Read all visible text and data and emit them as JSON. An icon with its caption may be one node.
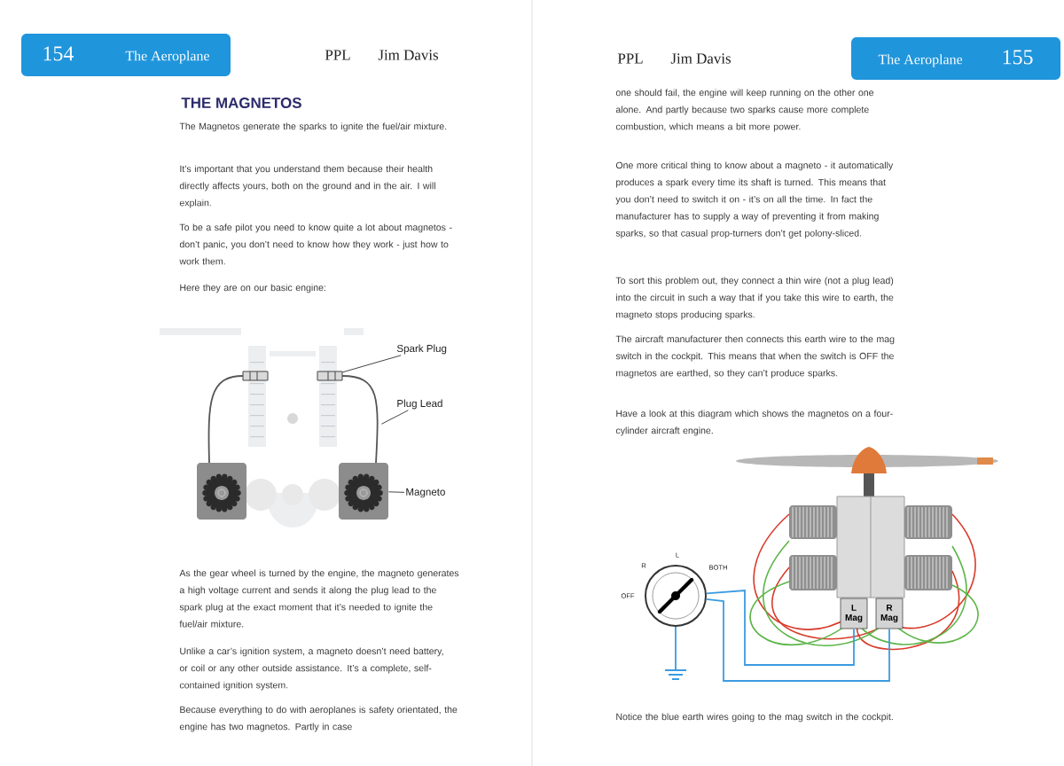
{
  "diagram": {
    "title": "THE MAGNETOS",
    "nodes": [
      {
        "text": [
          "154",
          "The Aeroplane"
        ]
      },
      {
        "text": [
          "Spark Plug"
        ]
      },
      {
        "text": [],
        "shape": "picture"
      },
      {
        "text": [
          "Plug Lead"
        ]
      },
      {
        "text": [],
        "shape": "picture"
      },
      {
        "text": [
          "Magneto"
        ]
      },
      {
        "text": [],
        "shape": "picture"
      },
      {
        "text": [
          "The Aeroplane",
          "155"
        ]
      },
      {
        "text": [],
        "shape": "circle",
        "beside": [
          "R",
          "L",
          "BOTH",
          "OFF"
        ]
      },
      {
        "text": [
          "L Mag"
        ]
      },
      {
        "text": [
          "R Mag"
        ]
      }
    ],
    "edges": [
      {
        "from": 1,
        "to": 2,
        "arrow": "none"
      },
      {
        "from": 3,
        "to": 4,
        "arrow": "none"
      },
      {
        "from": 5,
        "to": 6,
        "arrow": "none"
      },
      {
        "from": 8,
        "to": 9,
        "arrow": "none",
        "color": "#3b9be0"
      },
      {
        "from": 8,
        "to": 10,
        "arrow": "none",
        "color": "#3b9be0"
      }
    ],
    "labels": [
      "PPL",
      "Jim Davis",
      "The Magnetos generate the sparks to ignite the fuel/air mixture.",
      "It’s important that you understand them because their health directly affects yours, both on the ground and in the air. I will explain.",
      "To be a safe pilot you need to know quite a lot about magnetos - don’t panic, you don’t need to know how they work - just how to work them.",
      "Here they are on our basic engine:",
      "As the gear wheel is turned by the engine, the magneto generates a high voltage current and sends it along the plug lead to the spark plug at the exact moment that it’s needed to ignite the fuel/air mixture.",
      "Unlike a car’s ignition system, a magneto doesn’t need battery, or coil or any other outside assistance. It’s a complete, self-contained ignition system.",
      "Because everything to do with aeroplanes is safety orientated, the engine has two magnetos. Partly in case",
      "PPL",
      "Jim Davis",
      "one should fail, the engine will keep running on the other one alone. And partly because two sparks cause more complete combustion, which means a bit more power.",
      "One more critical thing to know about a magneto - it automatically produces a spark every time its shaft is turned. This means that you don’t need to switch it on - it’s on all the time. In fact the manufacturer has to supply a way of preventing it from making sparks, so that casual prop-turners don’t get polony-sliced.",
      "To sort this problem out, they connect a thin wire (not a plug lead) into the circuit in such a way that if you take this wire to earth, the magneto stops producing sparks.",
      "The aircraft manufacturer then connects this earth wire to the mag switch in the cockpit. This means that when the switch is OFF the magnetos are earthed, so they can’t produce sparks.",
      "Have a look at this diagram which shows the magnetos on a four-cylinder aircraft engine.",
      "Notice the blue earth wires going to the mag switch in the cockpit."
    ]
  }
}
